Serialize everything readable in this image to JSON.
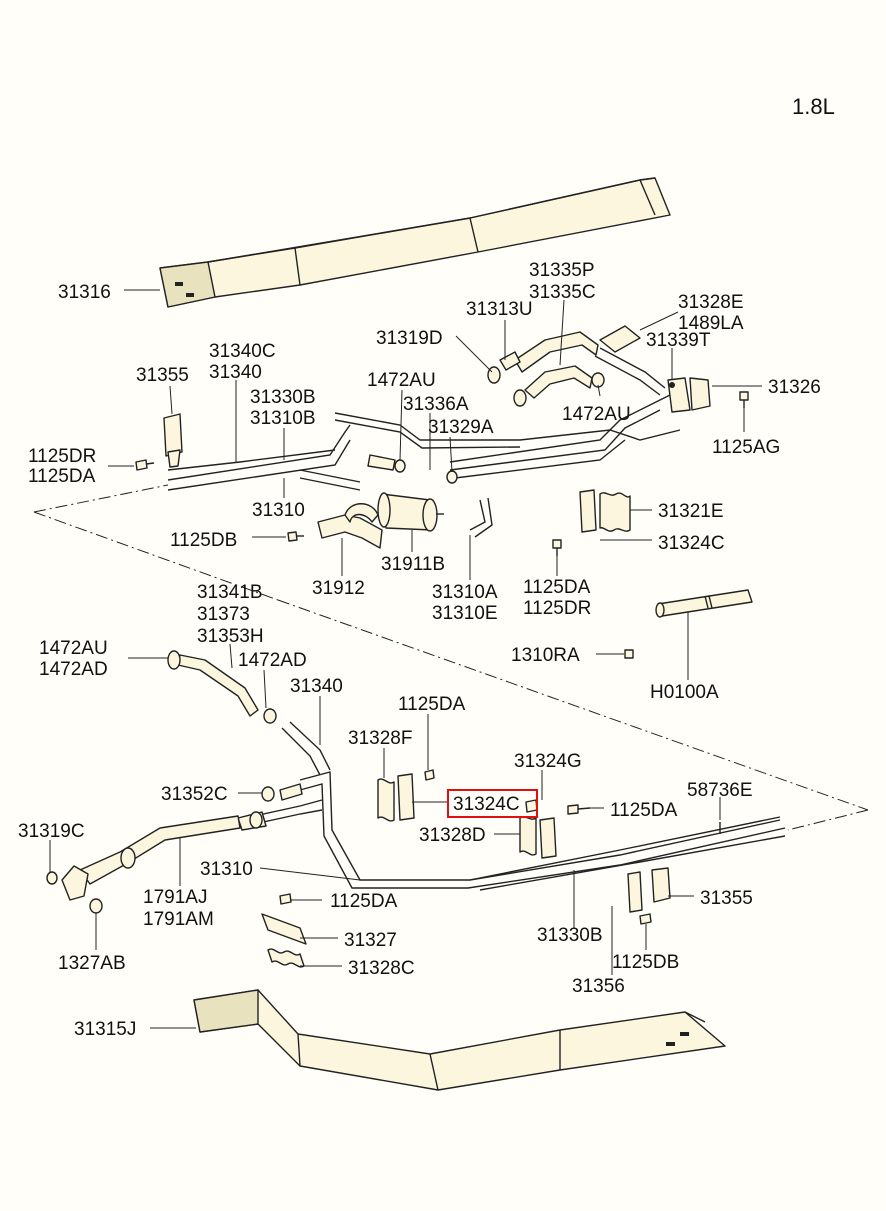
{
  "engine_label": "1.8L",
  "labels": {
    "p31316": "31316",
    "p31335P": "31335P",
    "p31335C": "31335C",
    "p31328E": "31328E",
    "p1489LA": "1489LA",
    "p31313U": "31313U",
    "p31319D": "31319D",
    "p31339T": "31339T",
    "p31340C": "31340C",
    "p31340": "31340",
    "p31355a": "31355",
    "p31326": "31326",
    "p1472AUa": "1472AU",
    "p31330Ba": "31330B",
    "p31310Ba": "31310B",
    "p31336A": "31336A",
    "p1472AUb": "1472AU",
    "p1125AG": "1125AG",
    "p31329A": "31329A",
    "p1125DRa": "1125DR",
    "p1125DAa": "1125DA",
    "p31310a": "31310",
    "p31321E": "31321E",
    "p1125DBa": "1125DB",
    "p31324Ca": "31324C",
    "p31911B": "31911B",
    "p31912": "31912",
    "p1125DAb": "1125DA",
    "p31310A": "31310A",
    "p1125DRb": "1125DR",
    "p31310E": "31310E",
    "p31341B": "31341B",
    "p31373": "31373",
    "p31353H": "31353H",
    "p1472AUc": "1472AU",
    "p1310RA": "1310RA",
    "p1472AD": "1472AD",
    "p1472ADb": "1472AD",
    "p31340b": "31340",
    "pH0100A": "H0100A",
    "p1125DAc": "1125DA",
    "p31328F": "31328F",
    "p31324G": "31324G",
    "p58736E": "58736E",
    "p31352C": "31352C",
    "p31324Cb": "31324C",
    "p1125DAd": "1125DA",
    "p31319C": "31319C",
    "p31328D": "31328D",
    "p31310b": "31310",
    "p1791AJ": "1791AJ",
    "p1791AM": "1791AM",
    "p1125DAe": "1125DA",
    "p31355b": "31355",
    "p31327": "31327",
    "p31330Bb": "31330B",
    "p1327AB": "1327AB",
    "p31328C": "31328C",
    "p1125DBb": "1125DB",
    "p31356": "31356",
    "p31315J": "31315J"
  },
  "highlight": {
    "part": "31324C",
    "color": "#e01010"
  }
}
